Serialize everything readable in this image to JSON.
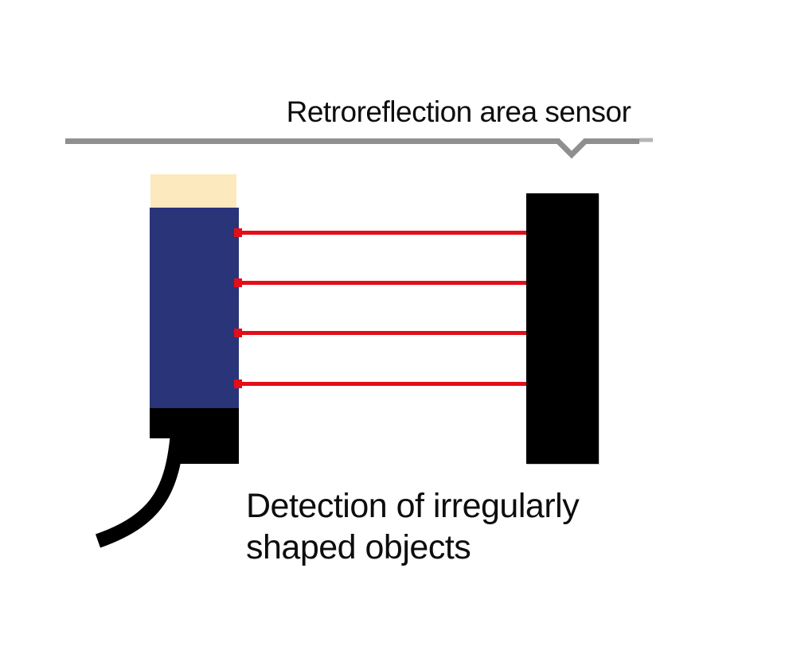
{
  "title": "Retroreflection area sensor",
  "caption": {
    "line1": "Detection of irregularly",
    "line2": "shaped objects"
  },
  "beams": {
    "count": 4
  },
  "colors": {
    "background": "#ffffff",
    "text-black": "#0d0d0d",
    "brace-gray": "#8f8f8f",
    "brace-gray-light": "#b5b5b5",
    "sensor-cap-cream": "#fde9be",
    "sensor-body-blue": "#293479",
    "device-black": "#000000",
    "beam-red": "#e30e18"
  }
}
